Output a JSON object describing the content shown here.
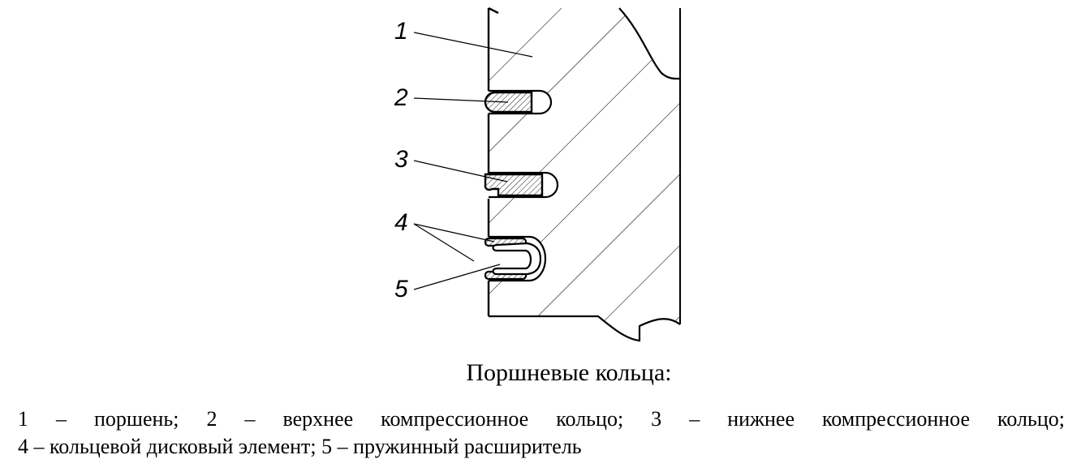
{
  "figure": {
    "callouts": {
      "c1": "1",
      "c2": "2",
      "c3": "3",
      "c4": "4",
      "c5": "5"
    }
  },
  "caption": "Поршневые кольца:",
  "legend": {
    "line1": "1 – поршень; 2 – верхнее компрессионное кольцо; 3 – нижнее компрессионное кольцо;",
    "line2": "4 – кольцевой дисковый элемент; 5 – пружинный расширитель"
  }
}
